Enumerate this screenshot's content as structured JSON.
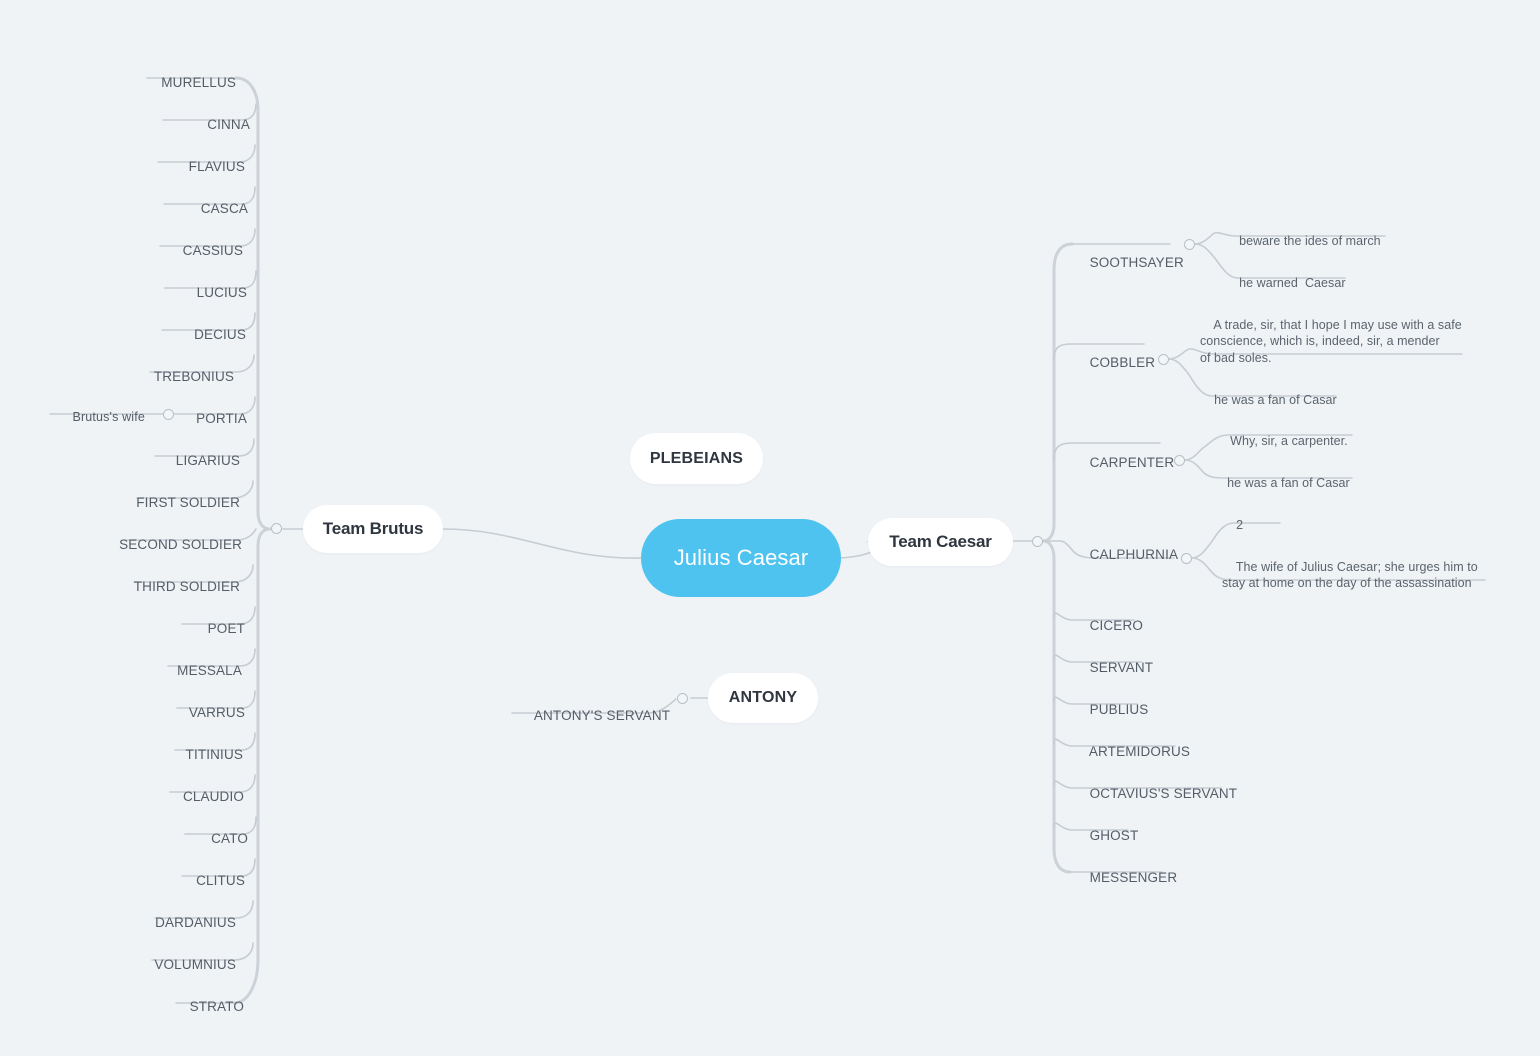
{
  "theme": {
    "background": "#eff3f6",
    "root_fill": "#4ec3f0",
    "root_text": "#ffffff",
    "node_fill": "#ffffff",
    "node_text": "#2f3640",
    "leaf_text": "#545c66",
    "wire": "#c6ccd2"
  },
  "map": {
    "root": {
      "label": "Julius Caesar"
    },
    "branches": {
      "team_brutus": {
        "label": "Team Brutus"
      },
      "team_caesar": {
        "label": "Team Caesar"
      },
      "plebeians": {
        "label": "PLEBEIANS"
      },
      "antony": {
        "label": "ANTONY"
      }
    },
    "antony_children": [
      {
        "label": "ANTONY'S SERVANT"
      }
    ],
    "team_brutus_children": [
      {
        "label": "MURELLUS"
      },
      {
        "label": "CINNA"
      },
      {
        "label": "FLAVIUS"
      },
      {
        "label": "CASCA"
      },
      {
        "label": "CASSIUS"
      },
      {
        "label": "LUCIUS"
      },
      {
        "label": "DECIUS"
      },
      {
        "label": "TREBONIUS"
      },
      {
        "label": "PORTIA",
        "note": "Brutus's wife"
      },
      {
        "label": "LIGARIUS"
      },
      {
        "label": "FIRST SOLDIER"
      },
      {
        "label": "SECOND SOLDIER"
      },
      {
        "label": "THIRD SOLDIER"
      },
      {
        "label": "POET"
      },
      {
        "label": "MESSALA"
      },
      {
        "label": "VARRUS"
      },
      {
        "label": "TITINIUS"
      },
      {
        "label": "CLAUDIO"
      },
      {
        "label": "CATO"
      },
      {
        "label": "CLITUS"
      },
      {
        "label": "DARDANIUS"
      },
      {
        "label": "VOLUMNIUS"
      },
      {
        "label": "STRATO"
      }
    ],
    "team_caesar_children": [
      {
        "label": "SOOTHSAYER",
        "notes": [
          "beware the ides of march",
          "he warned  Caesar"
        ]
      },
      {
        "label": "COBBLER",
        "notes": [
          "A trade, sir, that I hope I may use with a safe\nconscience, which is, indeed, sir, a mender\nof bad soles.",
          "he was a fan of Casar"
        ]
      },
      {
        "label": "CARPENTER",
        "notes": [
          "Why, sir, a carpenter.",
          "he was a fan of Casar"
        ]
      },
      {
        "label": "CALPHURNIA",
        "notes": [
          "2",
          "The wife of Julius Caesar; she urges him to\nstay at home on the day of the assassination"
        ]
      },
      {
        "label": "CICERO",
        "notes": []
      },
      {
        "label": "SERVANT",
        "notes": []
      },
      {
        "label": "PUBLIUS",
        "notes": []
      },
      {
        "label": "ARTEMIDORUS",
        "notes": []
      },
      {
        "label": "OCTAVIUS'S SERVANT",
        "notes": []
      },
      {
        "label": "GHOST",
        "notes": []
      },
      {
        "label": "MESSENGER",
        "notes": []
      }
    ]
  }
}
